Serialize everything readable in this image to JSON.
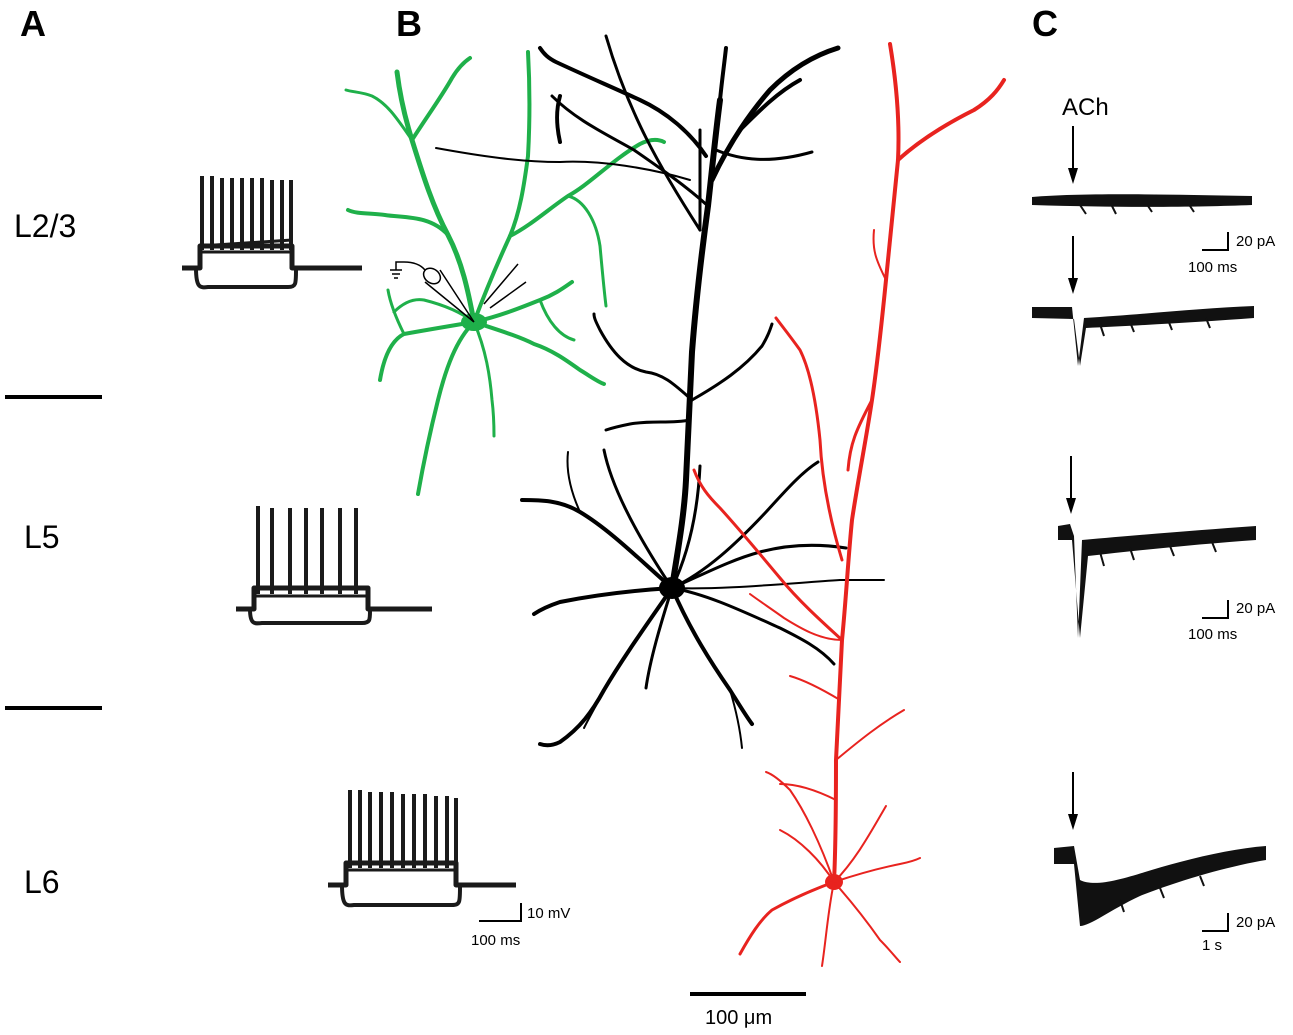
{
  "panels": {
    "a": "A",
    "b": "B",
    "c": "C"
  },
  "layers": {
    "l23": "L2/3",
    "l5": "L5",
    "l6": "L6"
  },
  "scale_bars": {
    "voltage_v": "10 mV",
    "voltage_t": "100 ms",
    "current_1_i": "20 pA",
    "current_1_t": "100 ms",
    "current_2_i": "20 pA",
    "current_2_t": "100 ms",
    "current_3_i": "20 pA",
    "current_3_t": "1 s",
    "morphology": "100 μm"
  },
  "stimulus": "ACh",
  "colors": {
    "green_neuron": "#1fb04a",
    "black_neuron": "#000000",
    "red_neuron": "#e8231f"
  },
  "icons": [
    "patch-pipette-icon",
    "ground-icon",
    "stimulus-arrow-icon"
  ]
}
